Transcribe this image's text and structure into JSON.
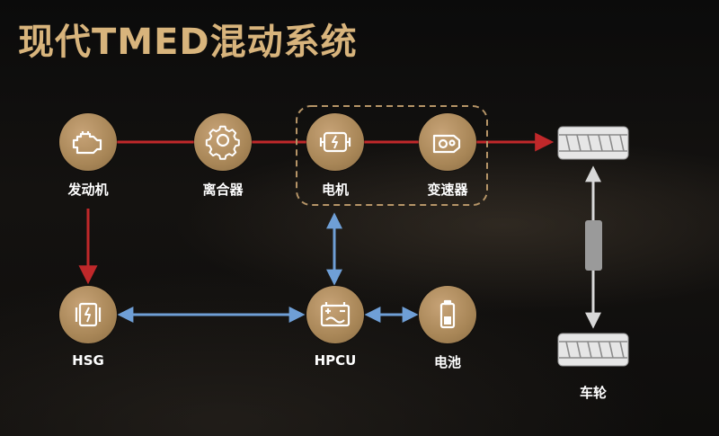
{
  "title": "现代TMED混动系统",
  "colors": {
    "gold": "#d8b47c",
    "node": "#b8946a",
    "red": "#c0282a",
    "blue": "#6f9fd6",
    "gray": "#c8c8c8"
  },
  "nodes": {
    "engine": {
      "label": "发动机",
      "icon": "engine-icon"
    },
    "clutch": {
      "label": "离合器",
      "icon": "gear-icon"
    },
    "motor": {
      "label": "电机",
      "icon": "motor-icon"
    },
    "gearbox": {
      "label": "变速器",
      "icon": "transmission-icon"
    },
    "hsg": {
      "label": "HSG",
      "icon": "generator-icon"
    },
    "hpcu": {
      "label": "HPCU",
      "icon": "power-control-icon"
    },
    "battery": {
      "label": "电池",
      "icon": "battery-icon"
    },
    "wheels": {
      "label": "车轮",
      "icon": "tire-icon"
    }
  }
}
